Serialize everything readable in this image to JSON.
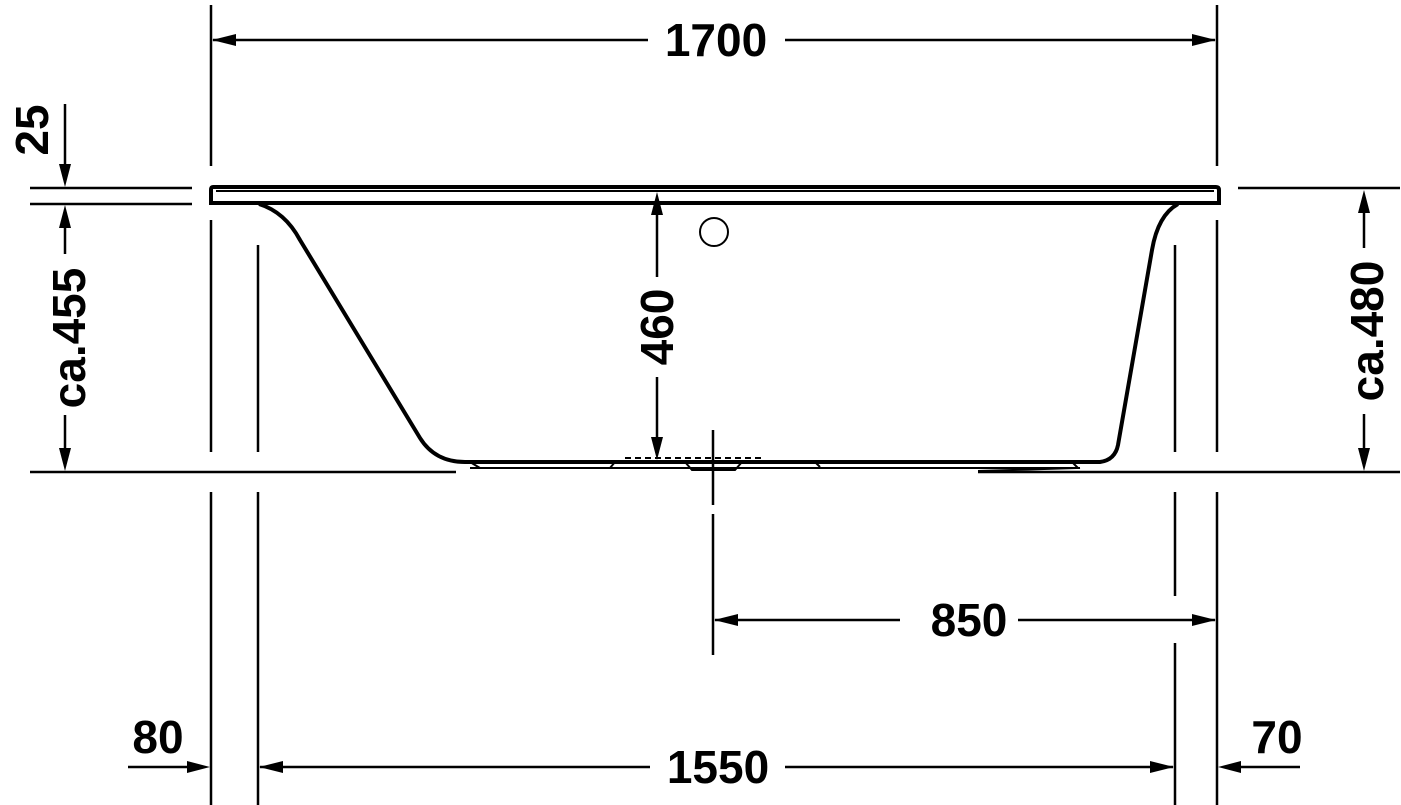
{
  "drawing": {
    "title": "Bathtub side elevation dimension drawing",
    "colors": {
      "line": "#000000",
      "background": "#ffffff"
    },
    "dimensions": {
      "overall_length": "1700",
      "rim_thickness": "25",
      "left_height": "ca.455",
      "inner_depth": "460",
      "right_height": "ca.480",
      "drain_offset": "850",
      "left_offset": "80",
      "inner_length": "1550",
      "right_offset": "70"
    },
    "features": {
      "overflow": "overflow-hole-circle",
      "drain": "drain-center-axis"
    }
  }
}
